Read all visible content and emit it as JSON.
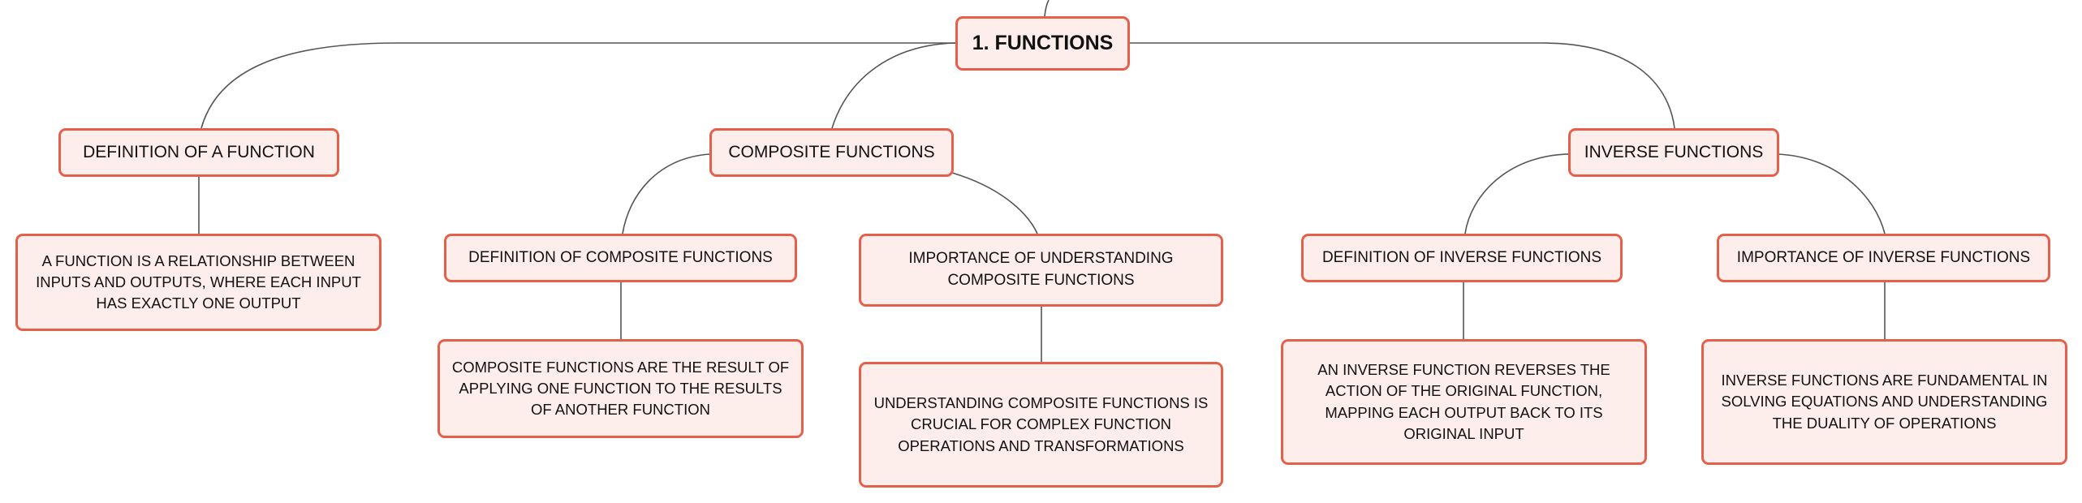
{
  "diagram": {
    "root": "1. FUNCTIONS",
    "branches": {
      "definition": {
        "label": "DEFINITION OF A FUNCTION",
        "detail": "A FUNCTION IS A RELATIONSHIP BETWEEN INPUTS AND OUTPUTS, WHERE EACH INPUT HAS EXACTLY ONE OUTPUT"
      },
      "composite": {
        "label": "COMPOSITE FUNCTIONS",
        "definition_label": "DEFINITION OF COMPOSITE FUNCTIONS",
        "definition_detail": "COMPOSITE FUNCTIONS ARE THE RESULT OF APPLYING ONE FUNCTION TO THE RESULTS OF ANOTHER FUNCTION",
        "importance_label": "IMPORTANCE OF UNDERSTANDING COMPOSITE FUNCTIONS",
        "importance_detail": "UNDERSTANDING COMPOSITE FUNCTIONS IS CRUCIAL FOR COMPLEX FUNCTION OPERATIONS AND TRANSFORMATIONS"
      },
      "inverse": {
        "label": "INVERSE FUNCTIONS",
        "definition_label": "DEFINITION OF INVERSE FUNCTIONS",
        "definition_detail": "AN INVERSE FUNCTION REVERSES THE ACTION OF THE ORIGINAL FUNCTION, MAPPING EACH OUTPUT BACK TO ITS ORIGINAL INPUT",
        "importance_label": "IMPORTANCE OF INVERSE FUNCTIONS",
        "importance_detail": "INVERSE FUNCTIONS ARE FUNDAMENTAL IN SOLVING EQUATIONS AND UNDERSTANDING THE DUALITY OF OPERATIONS"
      }
    },
    "colors": {
      "node_fill": "#fdeeec",
      "node_border": "#e5604a",
      "connector": "#555555",
      "text": "#111111"
    }
  }
}
